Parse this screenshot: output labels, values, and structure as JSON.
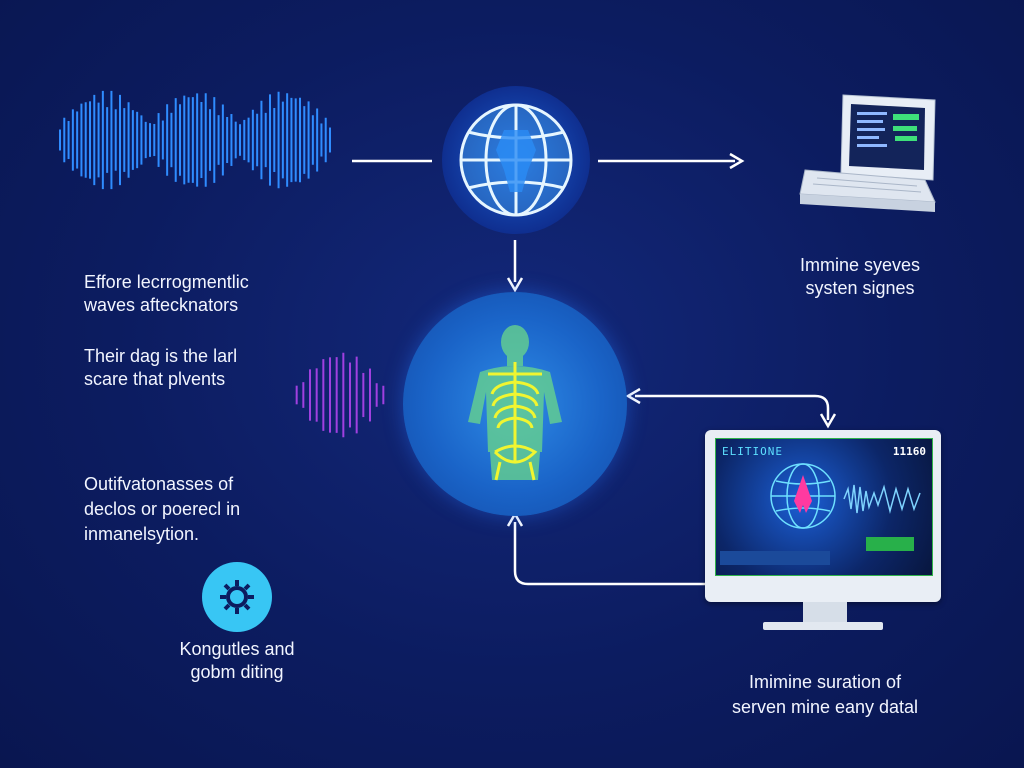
{
  "left_texts": {
    "block1": [
      "Effore lecrrogmentlic",
      "waves aftecknators"
    ],
    "block2": [
      "Their dag is the larl",
      "scare that plvents"
    ],
    "block3": [
      "Outifvatonasses of",
      "declos or poerecl in",
      "inmanelsytion."
    ],
    "gear_caption": [
      "Kongutles and",
      "gobm diting"
    ]
  },
  "right_texts": {
    "laptop_caption": [
      "Immine syeves",
      "systen signes"
    ],
    "monitor_caption": [
      "Imimine suration of",
      "serven mine eany datal"
    ]
  },
  "monitor_screen": {
    "title": "ELITIONE",
    "counter": "11160"
  },
  "icons": [
    "sound-wave-icon",
    "globe-icon",
    "laptop-icon",
    "human-skeleton-icon",
    "gear-icon",
    "monitor-icon"
  ],
  "colors": {
    "background": "#0c1c60",
    "wave_blue": "#2f8cff",
    "wave_purple": "#a040e0",
    "globe_fill": "#1e7fe0",
    "skeleton": "#e6f03c",
    "gear_bg": "#38c6f4"
  }
}
